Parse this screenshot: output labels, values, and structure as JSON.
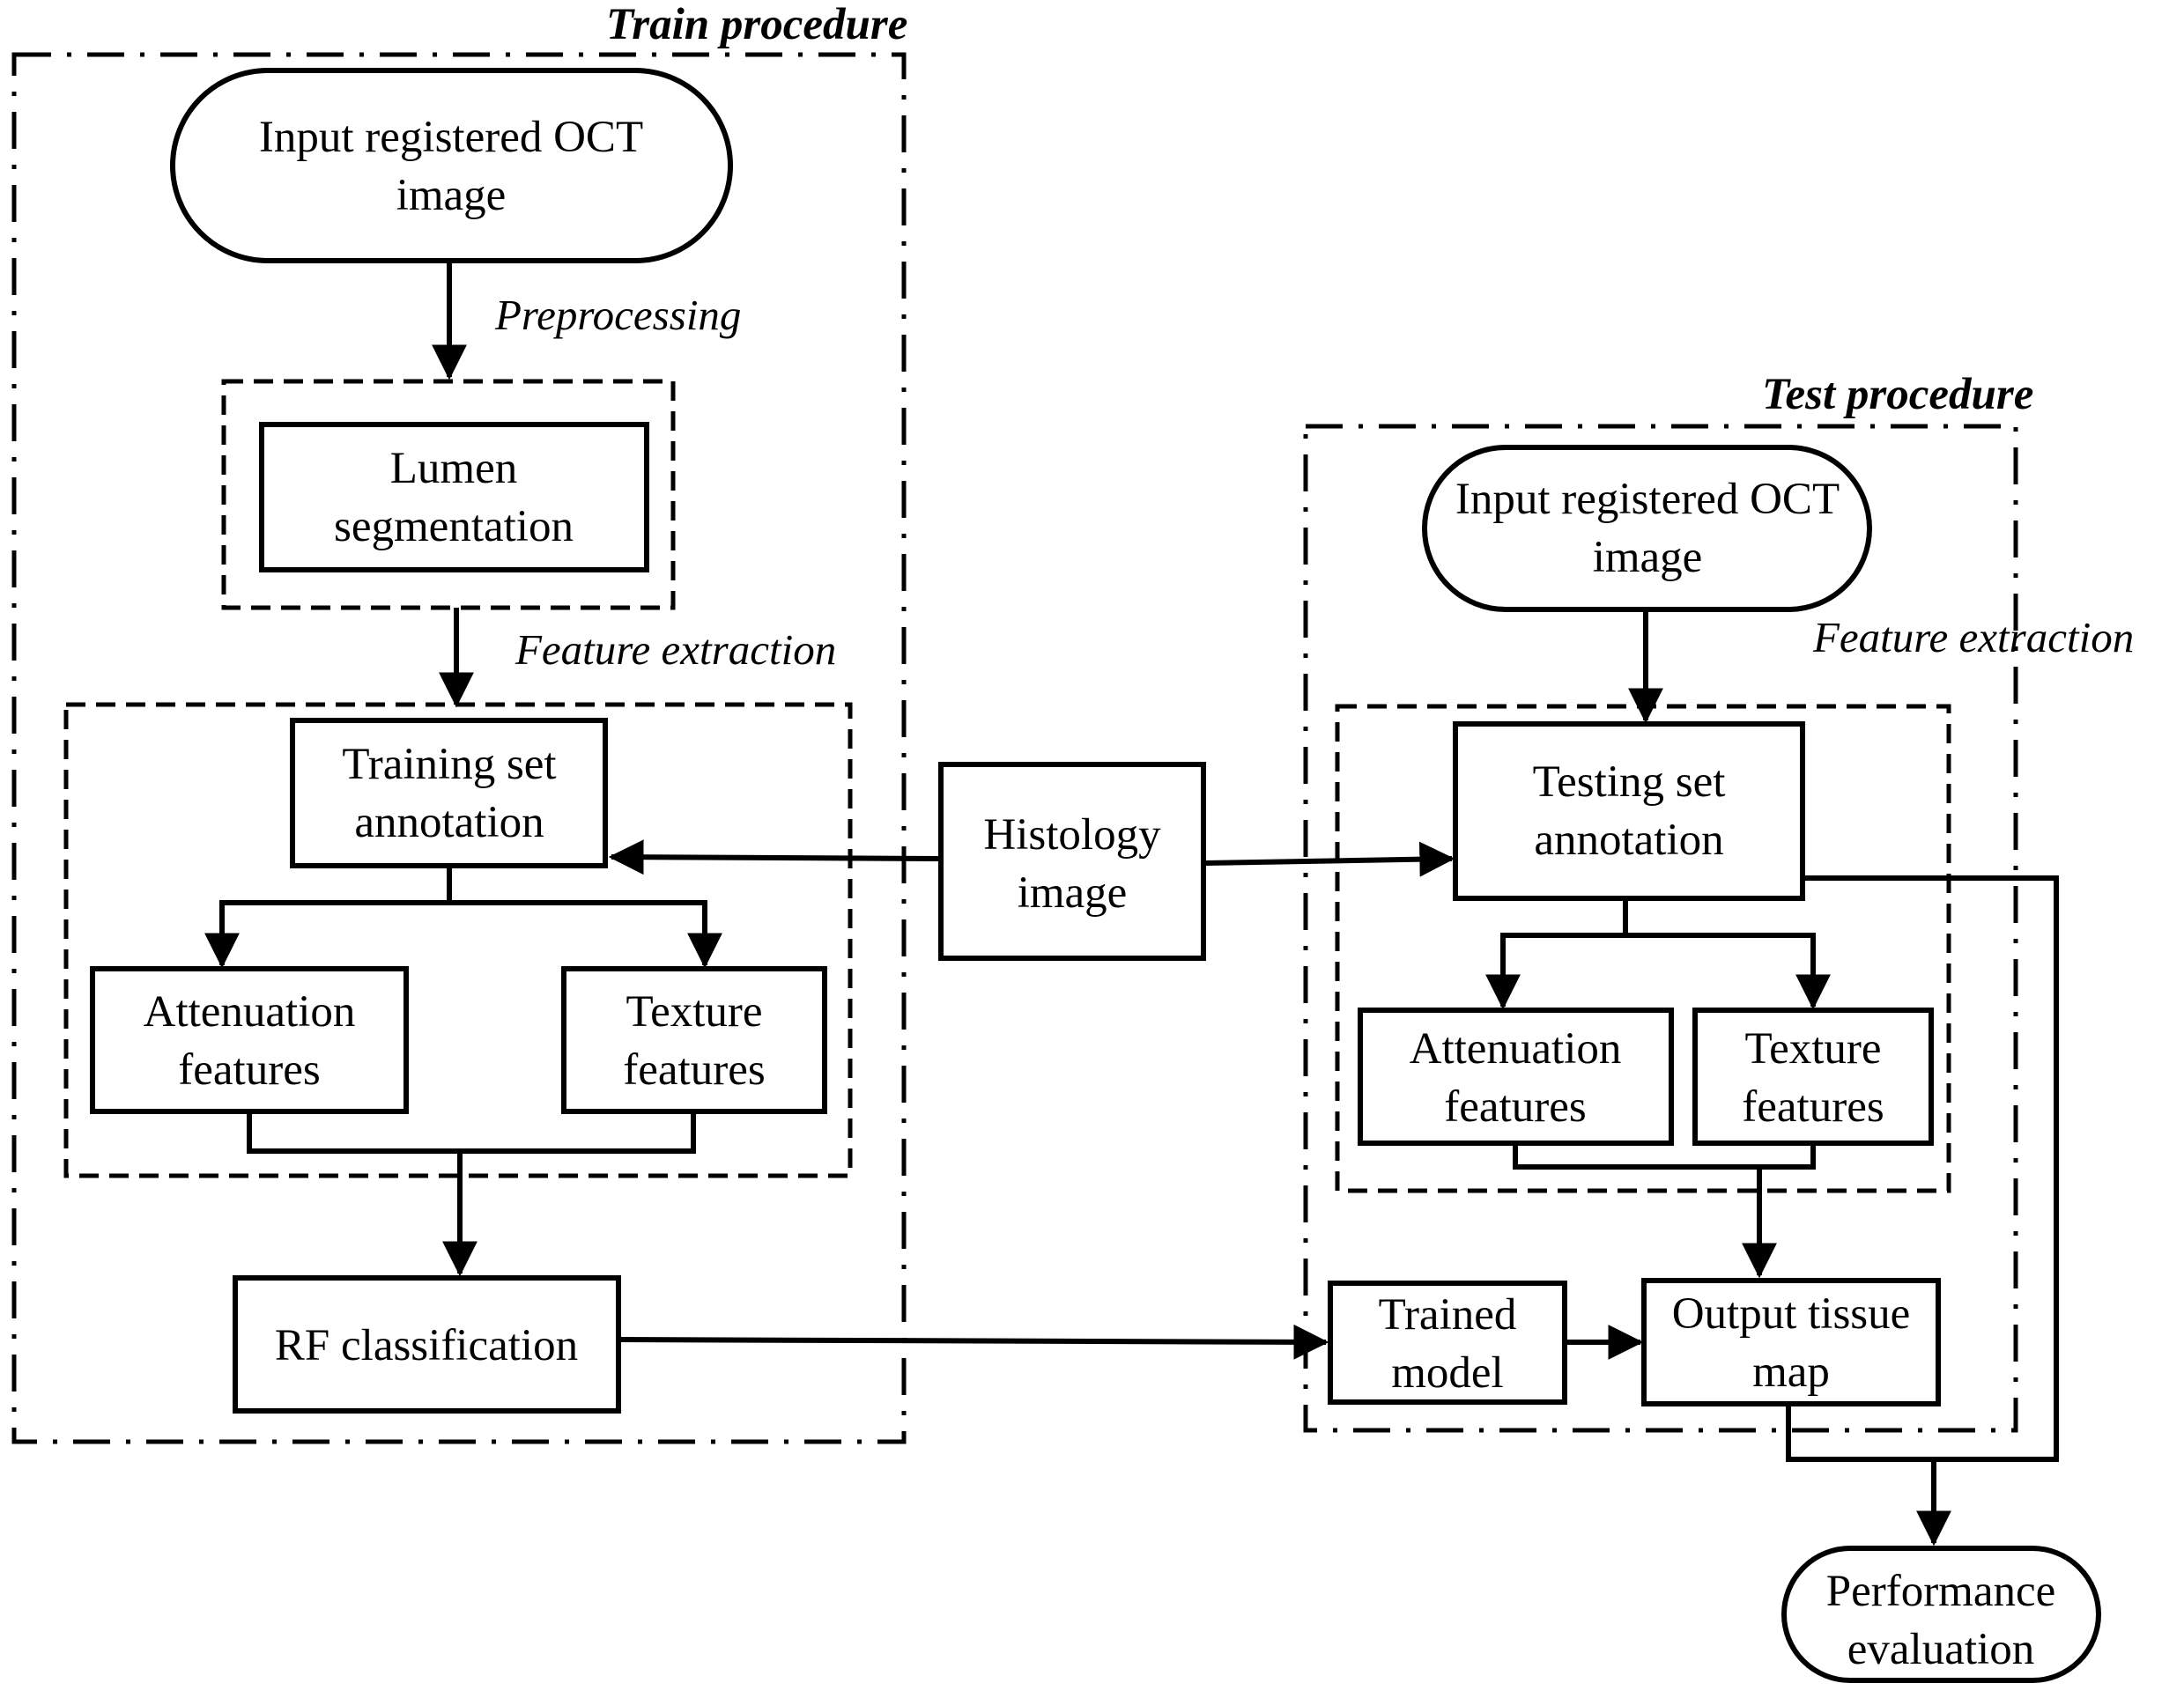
{
  "groups": {
    "train": "Train procedure",
    "test": "Test procedure"
  },
  "edge_labels": {
    "preprocessing": "Preprocessing",
    "feature_extraction_train": "Feature extraction",
    "feature_extraction_test": "Feature extraction"
  },
  "nodes": {
    "input_train": [
      "Input  registered OCT",
      "image"
    ],
    "lumen": [
      "Lumen",
      "segmentation"
    ],
    "training_set": [
      "Training set",
      "annotation"
    ],
    "atten_train": [
      "Attenuation",
      "features"
    ],
    "texture_train": [
      "Texture",
      "features"
    ],
    "rf": [
      "RF classification"
    ],
    "histology": [
      "Histology",
      "image"
    ],
    "input_test": [
      "Input registered OCT",
      "image"
    ],
    "testing_set": [
      "Testing set",
      "annotation"
    ],
    "atten_test": [
      "Attenuation",
      "features"
    ],
    "texture_test": [
      "Texture",
      "features"
    ],
    "trained_model": [
      "Trained",
      "model"
    ],
    "output_map": [
      "Output tissue",
      "map"
    ],
    "performance": [
      "Performance",
      "evaluation"
    ]
  }
}
